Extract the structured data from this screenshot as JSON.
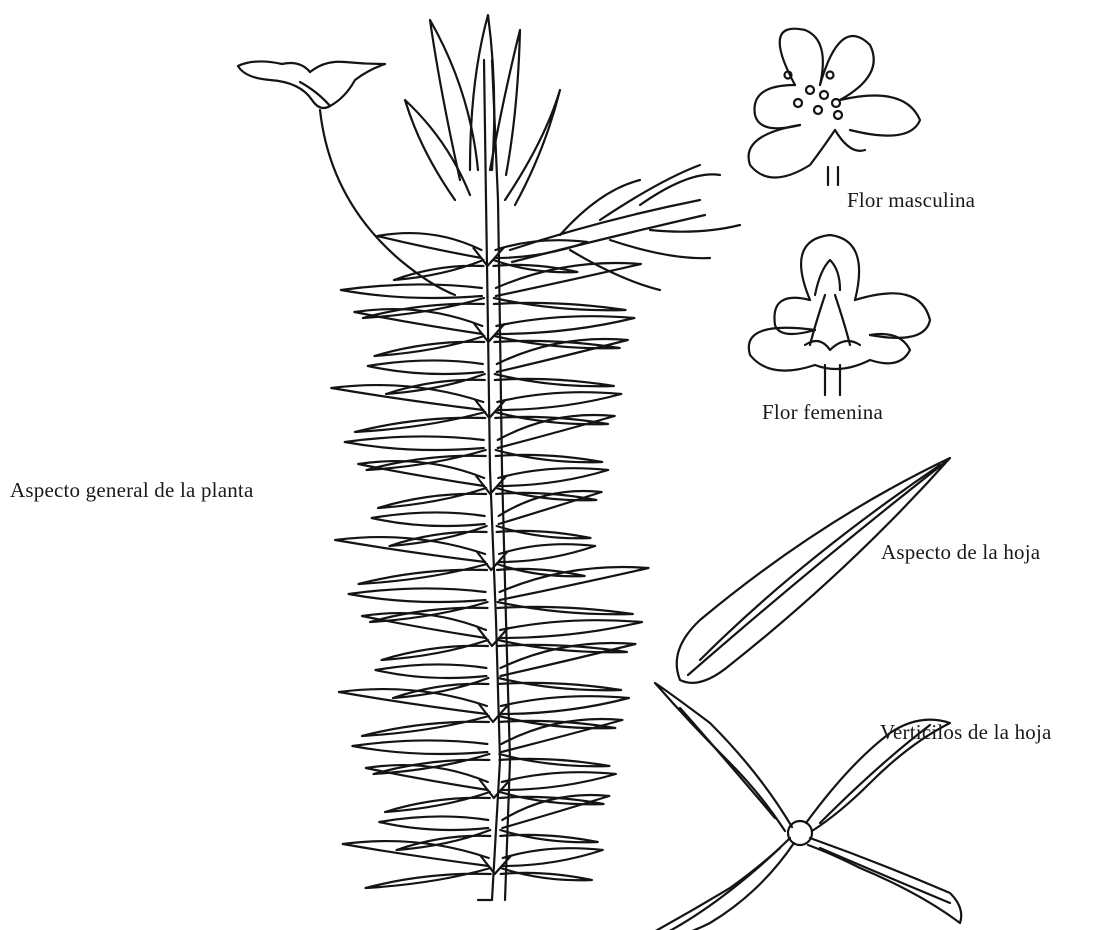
{
  "labels": {
    "male_flower": "Flor masculina",
    "female_flower": "Flor femenina",
    "general_aspect": "Aspecto general de la planta",
    "leaf_aspect": "Aspecto de la hoja",
    "leaf_whorls": "Verticilos de la hoja"
  },
  "colors": {
    "ink": "#141414",
    "background": "#ffffff"
  }
}
